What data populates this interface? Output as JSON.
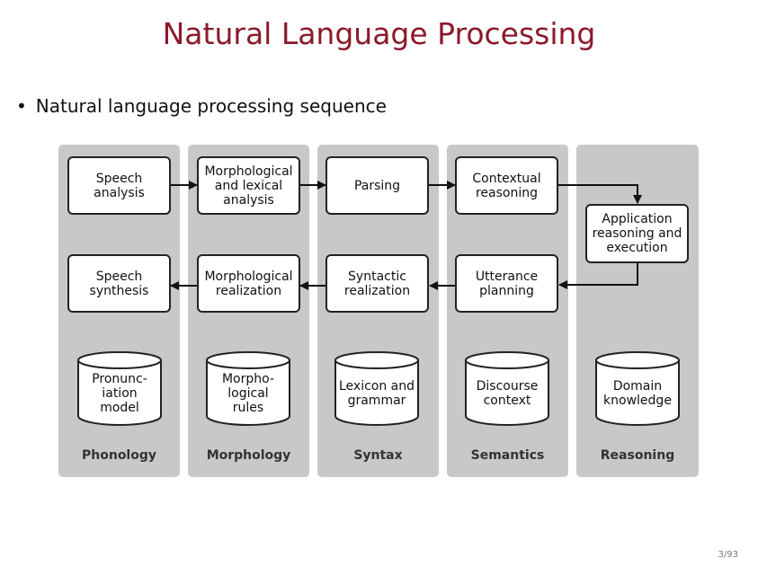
{
  "slide": {
    "title": "Natural Language Processing",
    "bullet": "Natural language processing sequence",
    "page_number": "3/93",
    "title_color": "#8b1a2b"
  },
  "diagram": {
    "columns": [
      "Phonology",
      "Morphology",
      "Syntax",
      "Semantics",
      "Reasoning"
    ],
    "boxes": {
      "speech_analysis": "Speech\nanalysis",
      "morph_lexical": "Morphological\nand lexical\nanalysis",
      "parsing": "Parsing",
      "contextual": "Contextual\nreasoning",
      "application": "Application\nreasoning and\nexecution",
      "speech_synthesis": "Speech\nsynthesis",
      "morph_realization": "Morphological\nrealization",
      "syntactic_realization": "Syntactic\nrealization",
      "utterance_planning": "Utterance\nplanning"
    },
    "databases": {
      "pronunciation": "Pronunc-\niation\nmodel",
      "morpho_rules": "Morpho-\nlogical\nrules",
      "lexicon": "Lexicon and\ngrammar",
      "discourse": "Discourse\ncontext",
      "domain": "Domain\nknowledge"
    }
  }
}
